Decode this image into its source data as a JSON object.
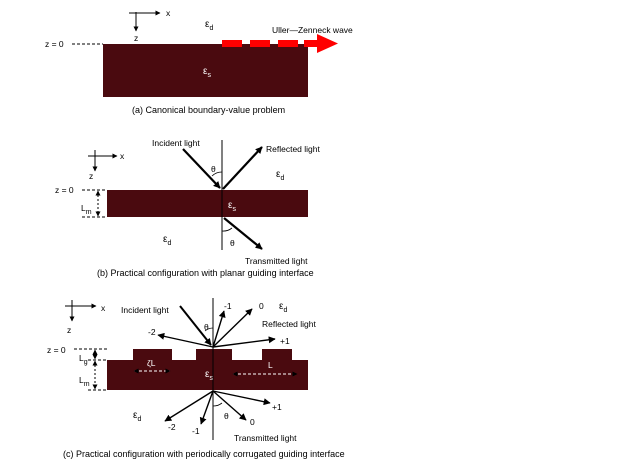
{
  "panel_a": {
    "axis_x": "x",
    "axis_z": "z",
    "z_zero": "z = 0",
    "eps_d": "ε",
    "eps_d_sub": "d",
    "eps_s": "ε",
    "eps_s_sub": "s",
    "wave_label": "Uller—Zenneck wave",
    "caption": "(a) Canonical boundary-value problem"
  },
  "panel_b": {
    "axis_x": "x",
    "axis_z": "z",
    "z_zero": "z = 0",
    "incident": "Incident light",
    "reflected": "Reflected light",
    "transmitted": "Transmitted light",
    "theta_top": "θ",
    "theta_bottom": "θ",
    "eps_d_top": "ε",
    "eps_d_top_sub": "d",
    "eps_s": "ε",
    "eps_s_sub": "s",
    "eps_d_bottom": "ε",
    "eps_d_bottom_sub": "d",
    "lm": "L",
    "lm_sub": "m",
    "caption": "(b) Practical configuration with planar guiding interface"
  },
  "panel_c": {
    "axis_x": "x",
    "axis_z": "z",
    "z_zero": "z = 0",
    "incident": "Incident light",
    "reflected": "Reflected light",
    "transmitted": "Transmitted light",
    "order_top_m2": "-2",
    "order_top_m1": "-1",
    "order_top_0": "0",
    "order_top_p1": "+1",
    "order_bot_m2": "-2",
    "order_bot_m1": "-1",
    "order_bot_0": "0",
    "order_bot_p1": "+1",
    "theta_top": "θ",
    "theta_bottom": "θ",
    "eps_d_top": "ε",
    "eps_d_top_sub": "d",
    "eps_s": "ε",
    "eps_s_sub": "s",
    "eps_d_bottom": "ε",
    "eps_d_bottom_sub": "d",
    "lg": "L",
    "lg_sub": "g",
    "lm": "L",
    "lm_sub": "m",
    "zeta_l": "ζL",
    "l": "L",
    "caption": "(c) Practical configuration with periodically corrugated guiding interface"
  },
  "colors": {
    "slab": "#4a0a0f",
    "wave": "#ff0000",
    "ink": "#000000"
  }
}
